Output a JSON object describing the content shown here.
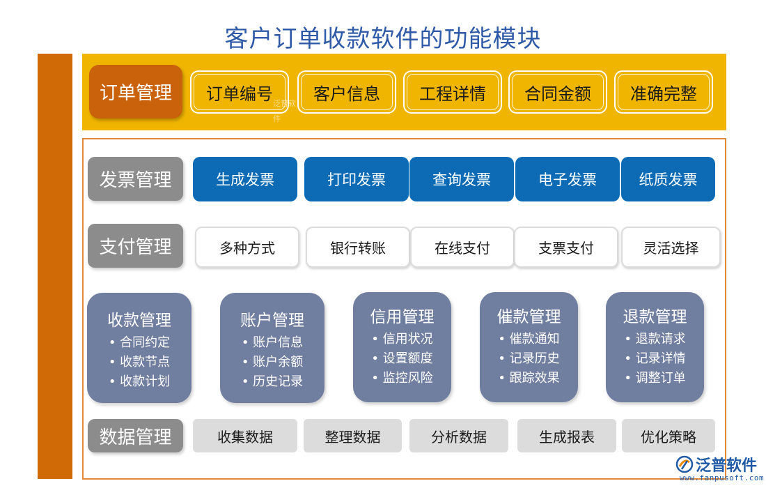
{
  "title": "客户订单收款软件的功能模块",
  "order": {
    "head": "订单管理",
    "items": [
      "订单编号",
      "客户信息",
      "工程详情",
      "合同金额",
      "准确完整"
    ]
  },
  "invoice": {
    "head": "发票管理",
    "items": [
      "生成发票",
      "打印发票",
      "查询发票",
      "电子发票",
      "纸质发票"
    ]
  },
  "payment": {
    "head": "支付管理",
    "items": [
      "多种方式",
      "银行转账",
      "在线支付",
      "支票支付",
      "灵活选择"
    ]
  },
  "modules": [
    {
      "title": "收款管理",
      "items": [
        "合同约定",
        "收款节点",
        "收款计划"
      ]
    },
    {
      "title": "账户管理",
      "items": [
        "账户信息",
        "账户余额",
        "历史记录"
      ]
    },
    {
      "title": "信用管理",
      "items": [
        "信用状况",
        "设置额度",
        "监控风险"
      ]
    },
    {
      "title": "催款管理",
      "items": [
        "催款通知",
        "记录历史",
        "跟踪效果"
      ]
    },
    {
      "title": "退款管理",
      "items": [
        "退款请求",
        "记录详情",
        "调整订单"
      ]
    }
  ],
  "data": {
    "head": "数据管理",
    "items": [
      "收集数据",
      "整理数据",
      "分析数据",
      "生成报表",
      "优化策略"
    ]
  },
  "watermark": "泛普软件",
  "logo": {
    "text": "泛普软件",
    "url": "www.fanpusoft.com",
    "icon": "fanpu-logo-icon",
    "color": "#1f5aa6"
  },
  "colors": {
    "title": "#2f5aa8",
    "left_bar": "#d06a07",
    "order_band": "#f0b500",
    "order_head": "#c9620a",
    "gray_head": "#8c8c8c",
    "invoice_item": "#0d6bb5",
    "module_card": "#707ea0",
    "data_item": "#dcdcdc",
    "frame": "#e08a3a"
  }
}
